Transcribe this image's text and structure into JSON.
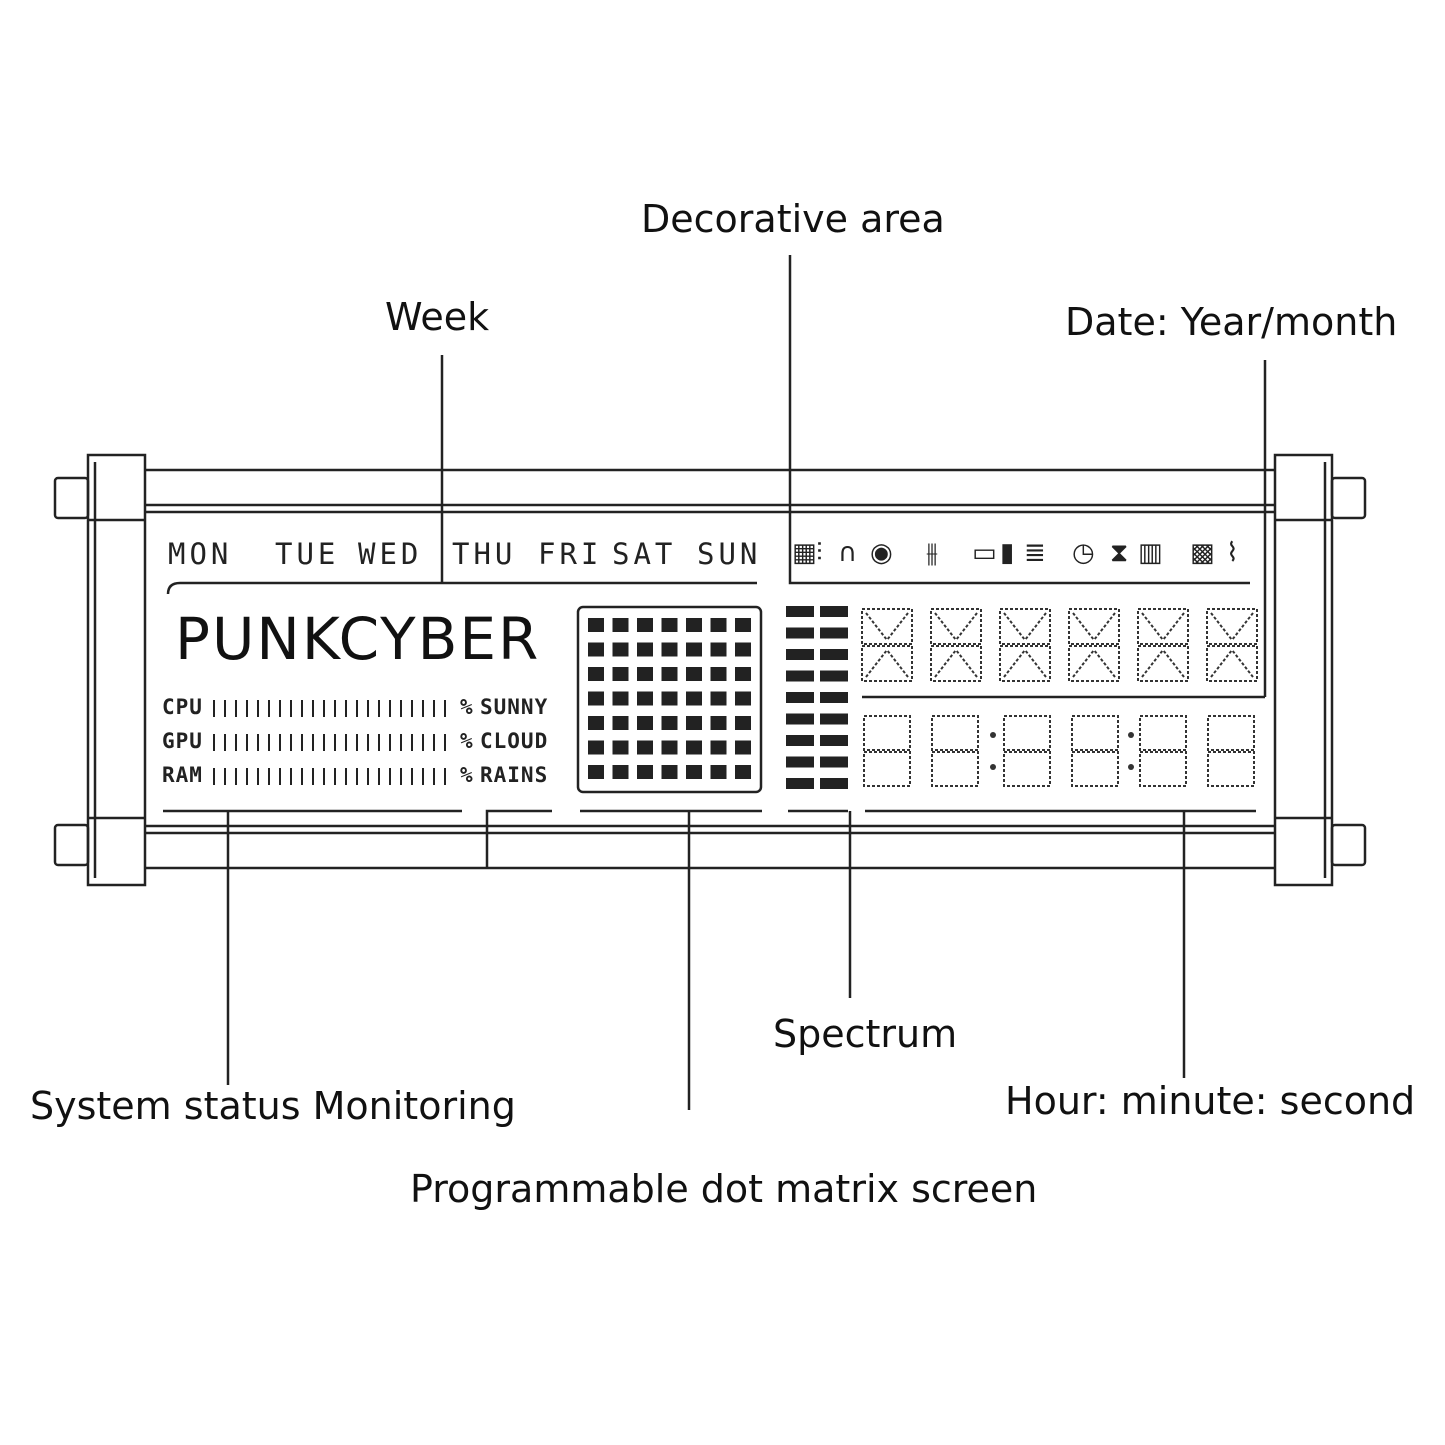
{
  "callouts": {
    "decorative": "Decorative area",
    "week": "Week",
    "date": "Date: Year/month",
    "system": "System status Monitoring",
    "spectrum": "Spectrum",
    "time": "Hour: minute: second",
    "matrix": "Programmable dot matrix screen"
  },
  "display": {
    "brand": "PUNKCYBER",
    "days": [
      "MON",
      "TUE",
      "WED",
      "THU",
      "FRI",
      "SAT",
      "SUN"
    ],
    "stats": [
      {
        "label": "CPU",
        "weather": "SUNNY"
      },
      {
        "label": "GPU",
        "weather": "CLOUD"
      },
      {
        "label": "RAM",
        "weather": "RAINS"
      }
    ],
    "percent_sign": "%",
    "icons": [
      "speaker-icon",
      "microphone-icon",
      "headphones-icon",
      "disc-icon",
      "equalizer-icon",
      "monitor-icon",
      "storage-icon",
      "clock-icon",
      "hourglass-icon",
      "battery-icon",
      "calendar-icon",
      "signal-icon"
    ],
    "colors": {
      "ink": "#111111",
      "frame": "#222222",
      "background": "#ffffff"
    }
  }
}
